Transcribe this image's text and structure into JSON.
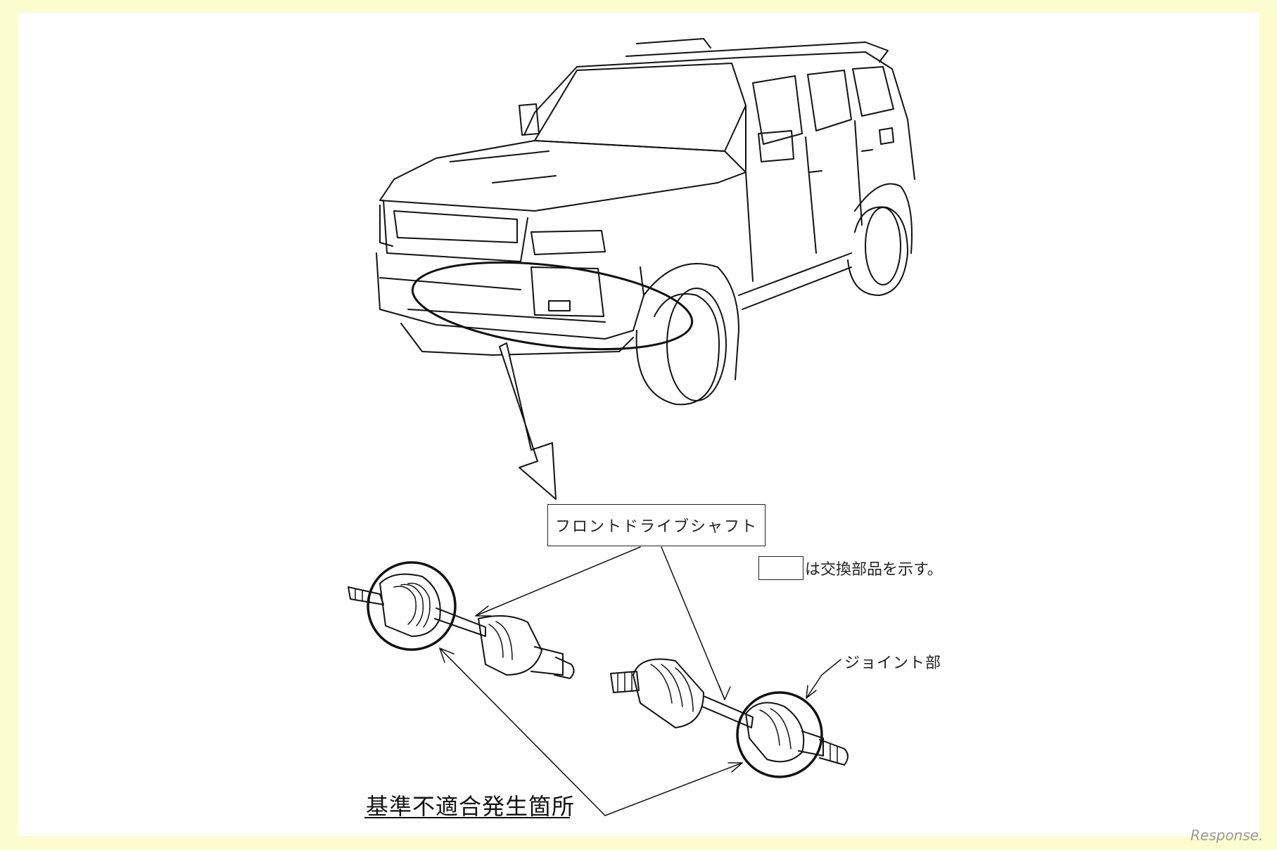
{
  "diagram": {
    "part_label": "フロントドライブシャフト",
    "legend_text": "は交換部品を示す。",
    "joint_label": "ジョイント部",
    "nonconformity_label": "基準不適合発生箇所"
  },
  "watermark": "Response."
}
